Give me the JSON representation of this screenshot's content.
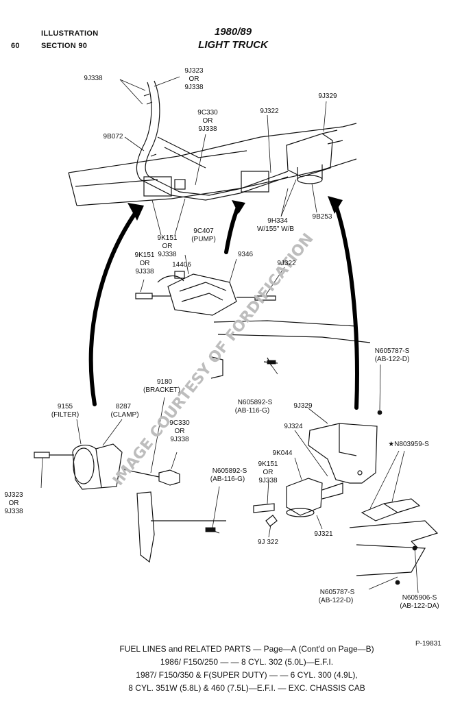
{
  "header": {
    "page_number": "60",
    "illustration_label": "ILLUSTRATION",
    "section_label": "SECTION 90",
    "year_range": "1980/89",
    "vehicle": "LIGHT TRUCK"
  },
  "watermark": "IMAGE COURTESY OF FORDIFICATION",
  "labels": {
    "l_9j338_top": "9J338",
    "l_9j323_top_a": "9J323",
    "l_9j323_top_b": "OR",
    "l_9j323_top_c": "9J338",
    "l_9j329_top": "9J329",
    "l_9c330_top_a": "9C330",
    "l_9c330_top_b": "OR",
    "l_9c330_top_c": "9J338",
    "l_9j322_top": "9J322",
    "l_9b072": "9B072",
    "l_9h334_a": "9H334",
    "l_9h334_b": "W/155\" W/B",
    "l_9b253": "9B253",
    "l_9k151_top_a": "9K151",
    "l_9k151_top_b": "OR",
    "l_9k151_top_c": "9J338",
    "l_9c407_a": "9C407",
    "l_9c407_b": "(PUMP)",
    "l_9k151_mid_a": "9K151",
    "l_9k151_mid_b": "OR",
    "l_9k151_mid_c": "9J338",
    "l_14406": "14406",
    "l_9346": "9346",
    "l_9j322_mid": "9J322",
    "l_n605787_top_a": "N605787-S",
    "l_n605787_top_b": "(AB-122-D)",
    "l_9180_a": "9180",
    "l_9180_b": "(BRACKET)",
    "l_n605892_mid_a": "N605892-S",
    "l_n605892_mid_b": "(AB-116-G)",
    "l_9155_a": "9155",
    "l_9155_b": "(FILTER)",
    "l_8287_a": "8287",
    "l_8287_b": "(CLAMP)",
    "l_9c330_low_a": "9C330",
    "l_9c330_low_b": "OR",
    "l_9c330_low_c": "9J338",
    "l_9j329_low": "9J329",
    "l_9j324": "9J324",
    "l_n803959": "★N803959-S",
    "l_9k044": "9K044",
    "l_9k151_low_a": "9K151",
    "l_9k151_low_b": "OR",
    "l_9k151_low_c": "9J338",
    "l_n605892_low_a": "N605892-S",
    "l_n605892_low_b": "(AB-116-G)",
    "l_9j323_low_a": "9J323",
    "l_9j323_low_b": "OR",
    "l_9j323_low_c": "9J338",
    "l_9j321": "9J321",
    "l_9j322_low": "9J 322",
    "l_n605787_low_a": "N605787-S",
    "l_n605787_low_b": "(AB-122-D)",
    "l_n605906_a": "N605906-S",
    "l_n605906_b": "(AB-122-DA)"
  },
  "caption": {
    "ref": "P-19831",
    "line1": "FUEL LINES and RELATED PARTS — Page—A (Cont'd on Page—B)",
    "line2": "1986/ F150/250 — — 8 CYL. 302 (5.0L)—E.F.I.",
    "line3": "1987/ F150/350 & F(SUPER DUTY) — — 6 CYL. 300 (4.9L),",
    "line4": "8 CYL. 351W (5.8L) & 460 (7.5L)—E.F.I. — EXC. CHASSIS CAB"
  }
}
